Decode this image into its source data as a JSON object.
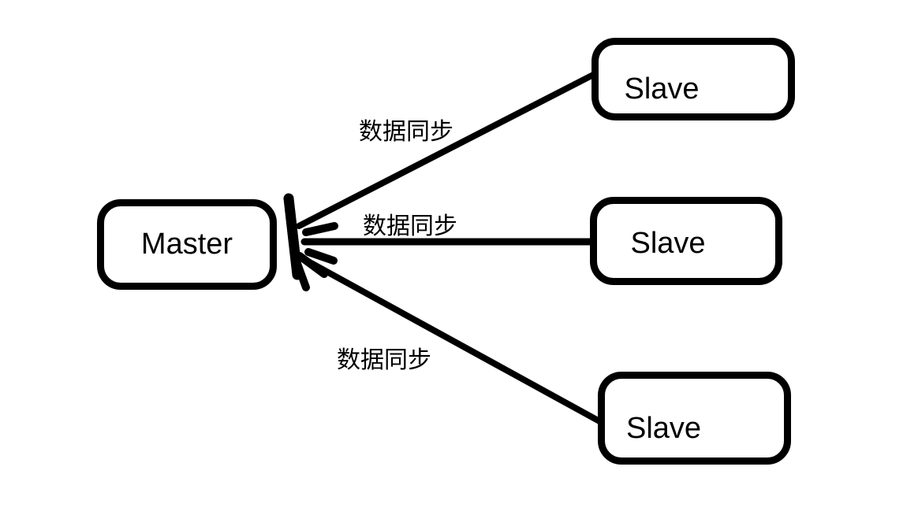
{
  "colors": {
    "background": "#ffffff",
    "stroke": "#000000",
    "text": "#000000"
  },
  "nodes": {
    "master": {
      "label": "Master"
    },
    "slave_top": {
      "label": "Slave"
    },
    "slave_middle": {
      "label": "Slave"
    },
    "slave_bottom": {
      "label": "Slave"
    }
  },
  "edges": {
    "top": {
      "label": "数据同步",
      "from": "slave_top",
      "to": "master",
      "direction": "arrow-into-master"
    },
    "middle": {
      "label": "数据同步",
      "from": "slave_middle",
      "to": "master",
      "direction": "arrow-into-master"
    },
    "bottom": {
      "label": "数据同步",
      "from": "slave_bottom",
      "to": "master",
      "direction": "arrow-into-master"
    }
  }
}
